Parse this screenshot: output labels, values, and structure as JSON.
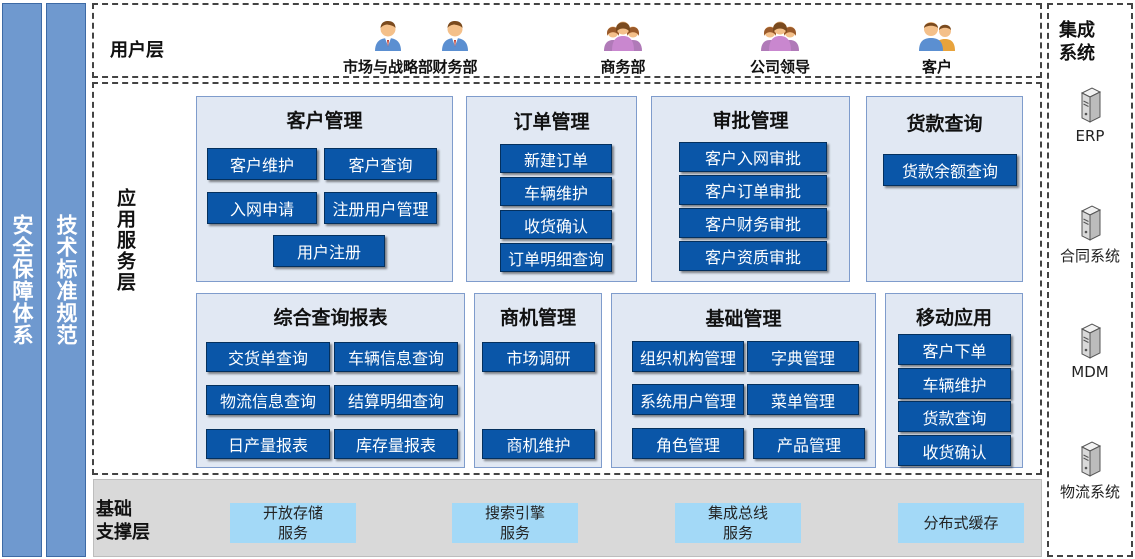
{
  "left_bars": {
    "security": "安全保障体系",
    "standards": "技术标准规范"
  },
  "user_layer": {
    "title": "用户层",
    "users": [
      {
        "label": "市场与战略部",
        "icon": "male-user-icon"
      },
      {
        "label": "财务部",
        "icon": "male-user-icon"
      },
      {
        "label": "商务部",
        "icon": "female-user-group-icon"
      },
      {
        "label": "公司领导",
        "icon": "female-user-group-icon"
      },
      {
        "label": "客户",
        "icon": "users-icon"
      }
    ]
  },
  "app_layer": {
    "title": "应用服务层",
    "panels": {
      "customer": {
        "title": "客户管理",
        "items": [
          "客户维护",
          "客户查询",
          "入网申请",
          "注册用户管理",
          "用户注册"
        ]
      },
      "order": {
        "title": "订单管理",
        "items": [
          "新建订单",
          "车辆维护",
          "收货确认",
          "订单明细查询"
        ]
      },
      "approval": {
        "title": "审批管理",
        "items": [
          "客户入网审批",
          "客户订单审批",
          "客户财务审批",
          "客户资质审批"
        ]
      },
      "payment": {
        "title": "货款查询",
        "items": [
          "货款余额查询"
        ]
      },
      "report": {
        "title": "综合查询报表",
        "items": [
          "交货单查询",
          "车辆信息查询",
          "物流信息查询",
          "结算明细查询",
          "日产量报表",
          "库存量报表"
        ]
      },
      "opportunity": {
        "title": "商机管理",
        "items": [
          "市场调研",
          "商机维护"
        ]
      },
      "basic": {
        "title": "基础管理",
        "items": [
          "组织机构管理",
          "字典管理",
          "系统用户管理",
          "菜单管理",
          "角色管理",
          "产品管理"
        ]
      },
      "mobile": {
        "title": "移动应用",
        "items": [
          "客户下单",
          "车辆维护",
          "货款查询",
          "收货确认"
        ]
      }
    }
  },
  "base_layer": {
    "title": "基础\n支撑层",
    "services": [
      "开放存储\n服务",
      "搜索引擎\n服务",
      "集成总线\n服务",
      "分布式缓存"
    ]
  },
  "integration": {
    "title": "集成\n系统",
    "systems": [
      "ERP",
      "合同系统",
      "MDM",
      "物流系统"
    ]
  }
}
